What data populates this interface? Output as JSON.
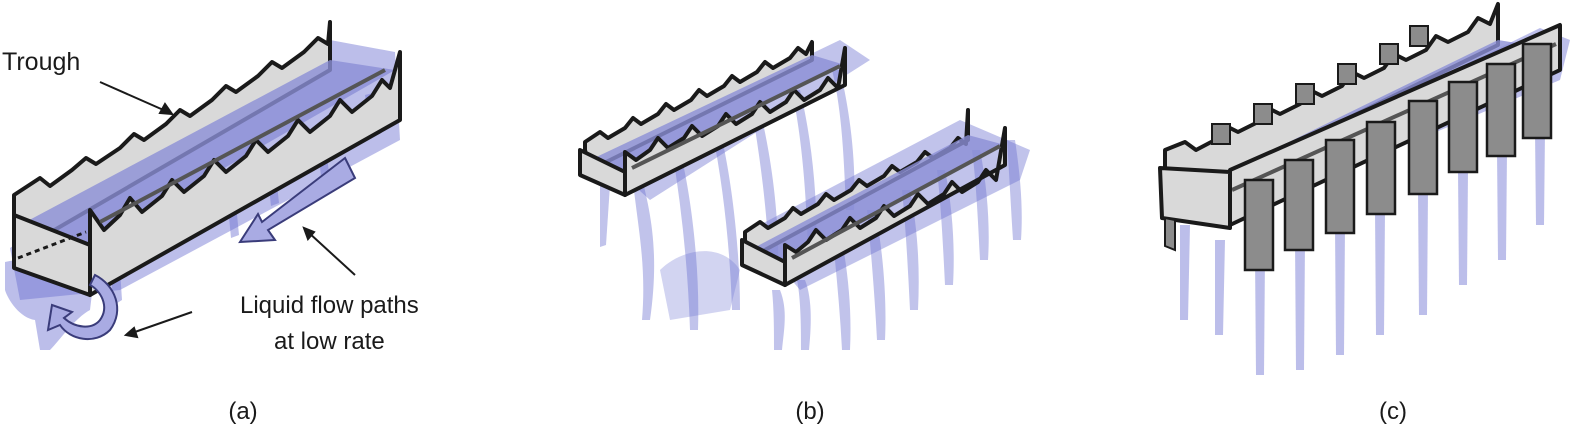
{
  "annotations": {
    "trough": "Trough",
    "flow_line1": "Liquid flow paths",
    "flow_line2": "at low rate"
  },
  "panels": {
    "a": "(a)",
    "b": "(b)",
    "c": "(c)"
  },
  "colors": {
    "liquid": "#6b6fd0",
    "trough_fill": "#d9d9d9",
    "trough_stroke": "#1a1a1a",
    "baffle_fill": "#8c8c8c",
    "arrow_fill": "#a9abe3",
    "arrow_stroke": "#3a3c7a"
  }
}
